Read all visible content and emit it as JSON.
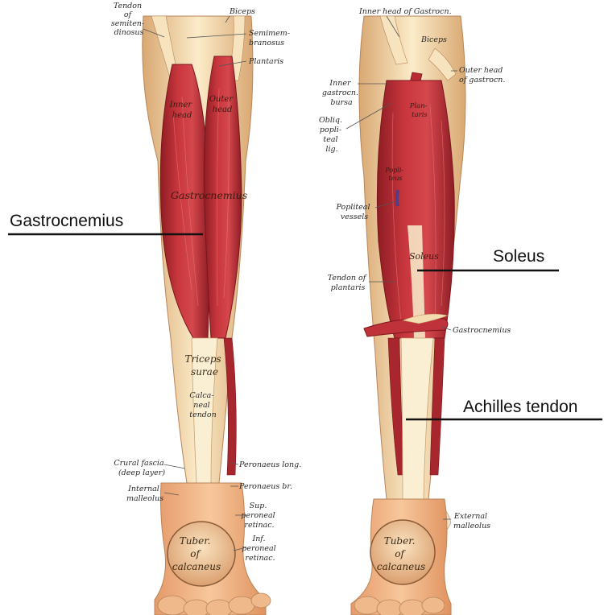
{
  "callouts": {
    "gastrocnemius": "Gastrocnemius",
    "soleus": "Soleus",
    "achilles": "Achilles tendon"
  },
  "left_leg": {
    "tendon_semitendinosus": [
      "Tendon",
      "of",
      "semiten-",
      "dinosus"
    ],
    "biceps": "Biceps",
    "semimembranosus": [
      "Semimem-",
      "branosus"
    ],
    "plantaris": "Plantaris",
    "inner_head": [
      "Inner",
      "head"
    ],
    "outer_head": [
      "Outer",
      "head"
    ],
    "gastrocnemius": "Gastrocnemius",
    "triceps_surae": [
      "Triceps",
      "surae"
    ],
    "calcaneal_tendon": [
      "Calca-",
      "neal",
      "tendon"
    ],
    "crural_fascia": [
      "Crural fascia",
      "(deep layer)"
    ],
    "internal_malleolus": [
      "Internal",
      "malleolus"
    ],
    "peronaeus_long": "Peronaeus long.",
    "peronaeus_br": "Peronaeus br.",
    "sup_peroneal_retinac": [
      "Sup.",
      "peroneal",
      "retinac."
    ],
    "inf_peroneal_retinac": [
      "Inf.",
      "peroneal",
      "retinac."
    ],
    "tuber_calcaneus": [
      "Tuber.",
      "of",
      "calcaneus"
    ]
  },
  "right_leg": {
    "inner_head_gastrocn": "Inner head of Gastrocn.",
    "biceps": "Biceps",
    "outer_head_gastrocn": [
      "Outer head",
      "of gastrocn."
    ],
    "inner_gastrocn_bursa": [
      "Inner",
      "gastrocn.",
      "bursa"
    ],
    "plantaris": [
      "Plan-",
      "taris"
    ],
    "obliq_popliteal_lig": [
      "Obliq.",
      "popli-",
      "teal",
      "lig."
    ],
    "popliteus": [
      "Popli-",
      "teus"
    ],
    "popliteal_vessels": [
      "Popliteal",
      "vessels"
    ],
    "soleus": "Soleus",
    "tendon_of_plantaris": [
      "Tendon of",
      "plantaris"
    ],
    "gastrocnemius": "Gastrocnemius",
    "external_malleolus": [
      "External",
      "malleolus"
    ],
    "tuber_calcaneus": [
      "Tuber.",
      "of",
      "calcaneus"
    ]
  },
  "colors": {
    "muscle": "#c0323a",
    "muscle_dark": "#8e1c24",
    "tendon": "#f3dcb0",
    "skin": "#f0b98c",
    "callout_line": "#111111"
  }
}
